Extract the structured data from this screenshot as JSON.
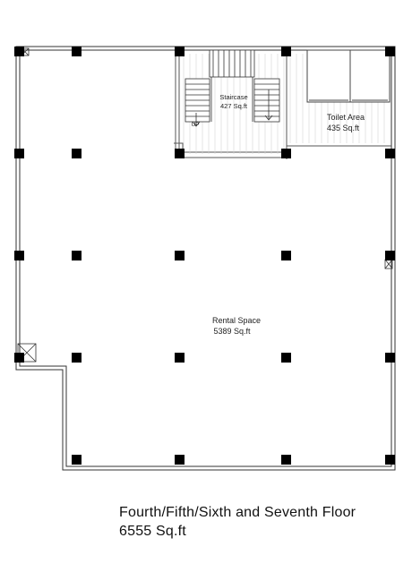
{
  "plan": {
    "rooms": {
      "staircase": {
        "name": "Staircase",
        "area": "427 Sq.ft"
      },
      "toilet": {
        "name": "Toilet Area",
        "area": "435 Sq.ft"
      },
      "rental": {
        "name": "Rental Space",
        "area": "5389 Sq.ft"
      }
    },
    "stair_direction": "UP"
  },
  "caption": {
    "floors": "Fourth/Fifth/Sixth and Seventh  Floor",
    "total_area": "6555 Sq.ft"
  }
}
